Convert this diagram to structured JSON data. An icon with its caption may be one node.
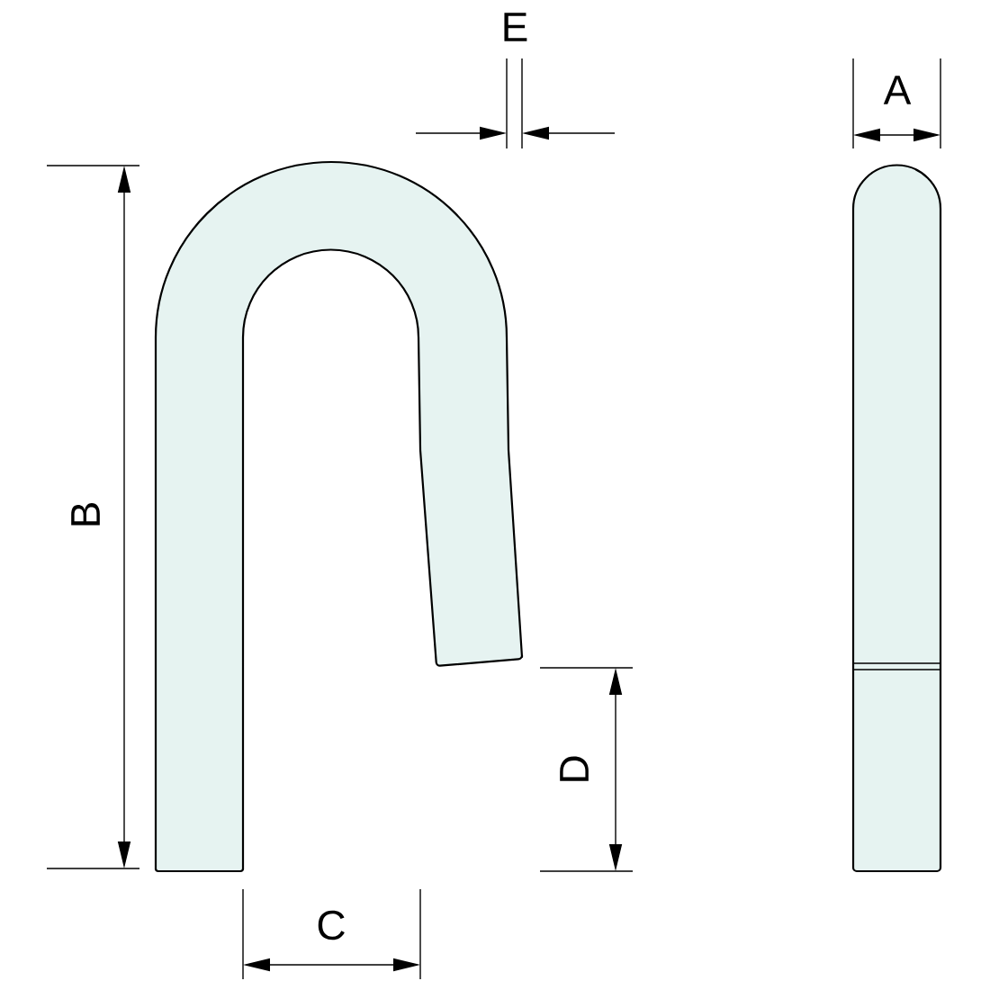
{
  "diagram": {
    "labels": [
      "E",
      "A",
      "B",
      "D",
      "C"
    ]
  }
}
